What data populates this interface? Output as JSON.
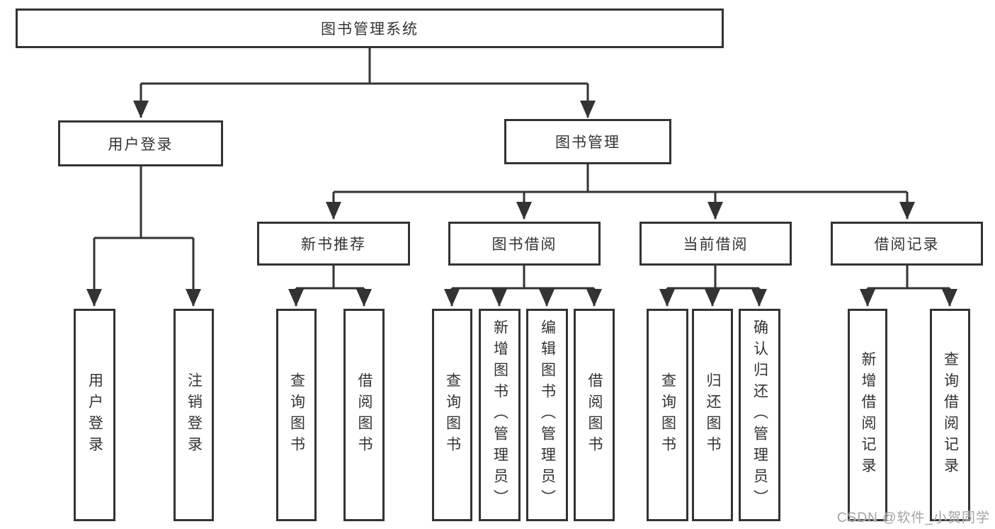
{
  "diagram": {
    "title": "图书管理系统",
    "tree": {
      "root": {
        "label": "图书管理系统"
      },
      "branches": [
        {
          "label": "用户登录",
          "children": [
            {
              "label": "用户登录"
            },
            {
              "label": "注销登录"
            }
          ]
        },
        {
          "label": "图书管理",
          "children": [
            {
              "label": "新书推荐",
              "children": [
                {
                  "label": "查询图书"
                },
                {
                  "label": "借阅图书"
                }
              ]
            },
            {
              "label": "图书借阅",
              "children": [
                {
                  "label": "查询图书"
                },
                {
                  "label": "新增图书（管理员）"
                },
                {
                  "label": "编辑图书（管理员）"
                },
                {
                  "label": "借阅图书"
                }
              ]
            },
            {
              "label": "当前借阅",
              "children": [
                {
                  "label": "查询图书"
                },
                {
                  "label": "归还图书"
                },
                {
                  "label": "确认归还（管理员）"
                }
              ]
            },
            {
              "label": "借阅记录",
              "children": [
                {
                  "label": "新增借阅记录"
                },
                {
                  "label": "查询借阅记录"
                }
              ]
            }
          ]
        }
      ]
    },
    "colors": {
      "line": "#333333",
      "text": "#333333",
      "background": "#ffffff",
      "watermark": "#a3a3a3"
    }
  },
  "watermark": {
    "text": "CSDN @软件_小贺同学"
  }
}
